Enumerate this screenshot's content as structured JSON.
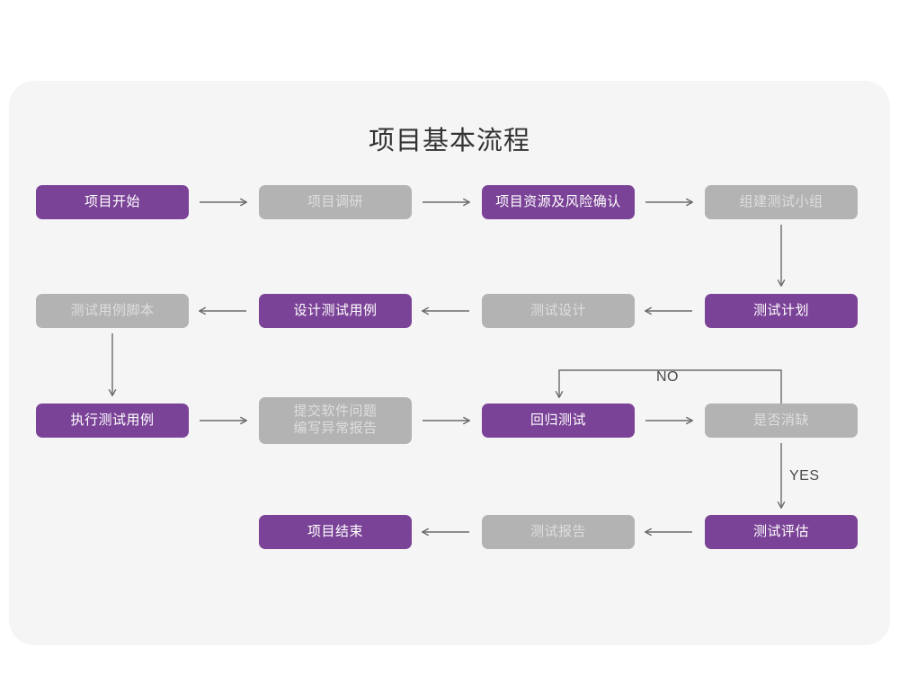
{
  "page": {
    "title": "项目基本流程",
    "panel_bg": "#f5f5f5",
    "canvas_bg": "#ffffff"
  },
  "colors": {
    "accent_purple": "#7b4397",
    "node_gray": "#b3b3b3",
    "purple_text": "#ffffff",
    "gray_text": "#dedede",
    "arrow": "#6b6b6b",
    "title_text": "#333333"
  },
  "chart_data": {
    "type": "diagram",
    "title": "项目基本流程",
    "nodes": [
      {
        "id": "n1",
        "label": "项目开始",
        "style": "purple",
        "row": 1,
        "col": 1
      },
      {
        "id": "n2",
        "label": "项目调研",
        "style": "gray",
        "row": 1,
        "col": 2
      },
      {
        "id": "n3",
        "label": "项目资源及风险确认",
        "style": "purple",
        "row": 1,
        "col": 3
      },
      {
        "id": "n4",
        "label": "组建测试小组",
        "style": "gray",
        "row": 1,
        "col": 4
      },
      {
        "id": "n5",
        "label": "测试用例脚本",
        "style": "gray",
        "row": 2,
        "col": 1
      },
      {
        "id": "n6",
        "label": "设计测试用例",
        "style": "purple",
        "row": 2,
        "col": 2
      },
      {
        "id": "n7",
        "label": "测试设计",
        "style": "gray",
        "row": 2,
        "col": 3
      },
      {
        "id": "n8",
        "label": "测试计划",
        "style": "purple",
        "row": 2,
        "col": 4
      },
      {
        "id": "n9",
        "label": "执行测试用例",
        "style": "purple",
        "row": 3,
        "col": 1
      },
      {
        "id": "n10",
        "label": "提交软件问题\n编写异常报告",
        "style": "gray",
        "row": 3,
        "col": 2
      },
      {
        "id": "n11",
        "label": "回归测试",
        "style": "purple",
        "row": 3,
        "col": 3
      },
      {
        "id": "n12",
        "label": "是否消缺",
        "style": "gray",
        "row": 3,
        "col": 4
      },
      {
        "id": "n13",
        "label": "项目结束",
        "style": "purple",
        "row": 4,
        "col": 2
      },
      {
        "id": "n14",
        "label": "测试报告",
        "style": "gray",
        "row": 4,
        "col": 3
      },
      {
        "id": "n15",
        "label": "测试评估",
        "style": "purple",
        "row": 4,
        "col": 4
      }
    ],
    "edges": [
      {
        "from": "n1",
        "to": "n2",
        "dir": "right",
        "label": ""
      },
      {
        "from": "n2",
        "to": "n3",
        "dir": "right",
        "label": ""
      },
      {
        "from": "n3",
        "to": "n4",
        "dir": "right",
        "label": ""
      },
      {
        "from": "n4",
        "to": "n8",
        "dir": "down",
        "label": ""
      },
      {
        "from": "n8",
        "to": "n7",
        "dir": "left",
        "label": ""
      },
      {
        "from": "n7",
        "to": "n6",
        "dir": "left",
        "label": ""
      },
      {
        "from": "n6",
        "to": "n5",
        "dir": "left",
        "label": ""
      },
      {
        "from": "n5",
        "to": "n9",
        "dir": "down",
        "label": ""
      },
      {
        "from": "n9",
        "to": "n10",
        "dir": "right",
        "label": ""
      },
      {
        "from": "n10",
        "to": "n11",
        "dir": "right",
        "label": ""
      },
      {
        "from": "n11",
        "to": "n12",
        "dir": "right",
        "label": ""
      },
      {
        "from": "n12",
        "to": "n11",
        "dir": "loop-up",
        "label": "NO"
      },
      {
        "from": "n12",
        "to": "n15",
        "dir": "down",
        "label": "YES"
      },
      {
        "from": "n15",
        "to": "n14",
        "dir": "left",
        "label": ""
      },
      {
        "from": "n14",
        "to": "n13",
        "dir": "left",
        "label": ""
      }
    ],
    "edge_labels": [
      {
        "id": "no_label",
        "text": "NO"
      },
      {
        "id": "yes_label",
        "text": "YES"
      }
    ]
  },
  "nodes": {
    "n1": {
      "label": "项目开始"
    },
    "n2": {
      "label": "项目调研"
    },
    "n3": {
      "label": "项目资源及风险确认"
    },
    "n4": {
      "label": "组建测试小组"
    },
    "n5": {
      "label": "测试用例脚本"
    },
    "n6": {
      "label": "设计测试用例"
    },
    "n7": {
      "label": "测试设计"
    },
    "n8": {
      "label": "测试计划"
    },
    "n9": {
      "label": "执行测试用例"
    },
    "n10": {
      "label": "提交软件问题\n编写异常报告"
    },
    "n11": {
      "label": "回归测试"
    },
    "n12": {
      "label": "是否消缺"
    },
    "n13": {
      "label": "项目结束"
    },
    "n14": {
      "label": "测试报告"
    },
    "n15": {
      "label": "测试评估"
    }
  },
  "labels": {
    "no": "NO",
    "yes": "YES"
  }
}
